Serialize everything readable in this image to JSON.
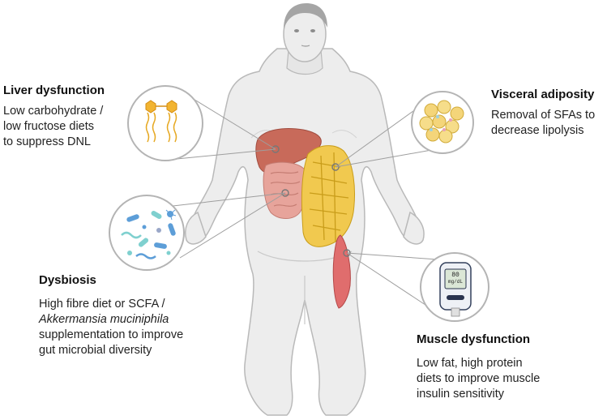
{
  "labels": {
    "liver": {
      "title": "Liver dysfunction",
      "lines": [
        "Low carbohydrate /",
        "low fructose diets",
        "to suppress DNL"
      ]
    },
    "visceral": {
      "title": "Visceral adiposity",
      "lines": [
        "Removal of SFAs to",
        "decrease lipolysis"
      ]
    },
    "dysbiosis": {
      "title": "Dysbiosis",
      "line1": "High fibre diet or  SCFA /",
      "line2": "Akkermansia muciniphila",
      "line3": "supplementation to improve",
      "line4": "gut microbial diversity"
    },
    "muscle": {
      "title": "Muscle dysfunction",
      "lines": [
        "Low fat, high protein",
        "diets to improve muscle",
        "insulin sensitivity"
      ]
    }
  },
  "glucometer": {
    "reading": "80",
    "unit": "mg/dL"
  },
  "colors": {
    "body": "#ededed",
    "outline": "#b9b9b9",
    "liver": "#c86a5a",
    "intestine": "#e7a49b",
    "fat": "#f1c94f",
    "muscle": "#e06d6d",
    "bacteria_blue": "#5d9ed8",
    "bacteria_teal": "#7fd0cf"
  }
}
